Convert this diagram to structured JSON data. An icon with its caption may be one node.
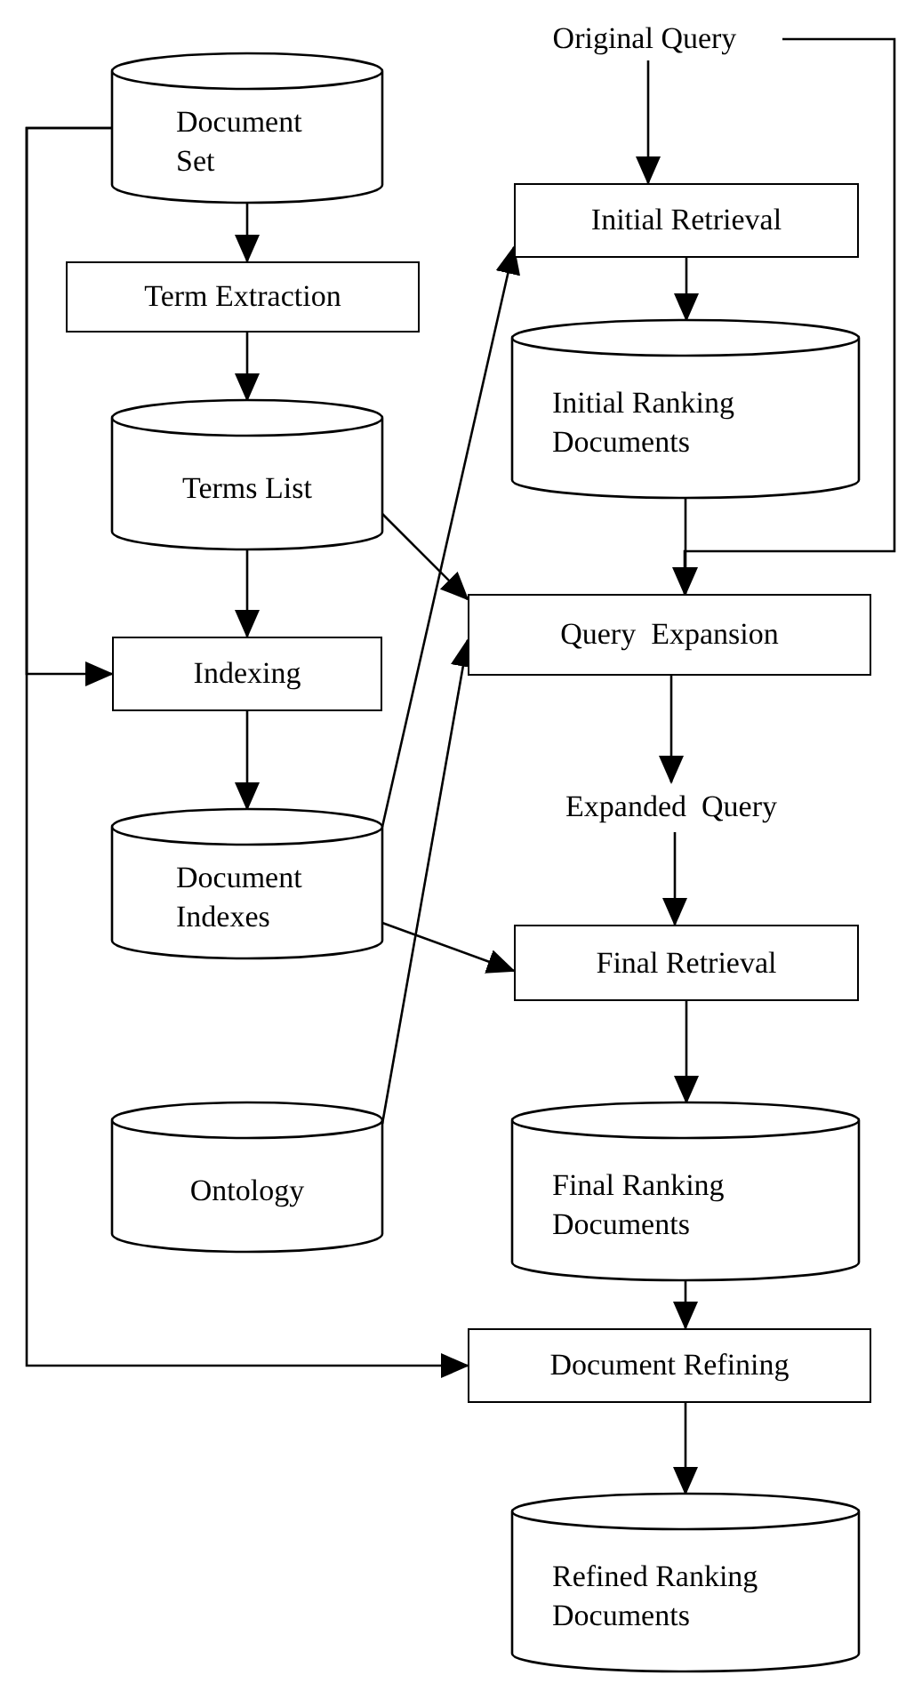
{
  "diagram": {
    "nodes": [
      {
        "text": [
          "Document Set"
        ]
      },
      {
        "text": [
          "Term Extraction"
        ]
      },
      {
        "text": [
          "Terms List"
        ]
      },
      {
        "text": [
          "Indexing"
        ]
      },
      {
        "text": [
          "Document Indexes"
        ]
      },
      {
        "text": [
          "Ontology"
        ]
      },
      {
        "text": [
          "Original Query"
        ]
      },
      {
        "text": [
          "Initial Retrieval"
        ]
      },
      {
        "text": [
          "Initial Ranking Documents"
        ]
      },
      {
        "text": [
          "Query  Expansion"
        ]
      },
      {
        "text": [
          "Expanded  Query"
        ]
      },
      {
        "text": [
          "Final Retrieval"
        ]
      },
      {
        "text": [
          "Final Ranking Documents"
        ]
      },
      {
        "text": [
          "Document Refining"
        ]
      },
      {
        "text": [
          "Refined Ranking Documents"
        ]
      }
    ],
    "edges": [
      {
        "from": 0,
        "to": 1,
        "arrow": "to"
      },
      {
        "from": 1,
        "to": 2,
        "arrow": "to"
      },
      {
        "from": 2,
        "to": 3,
        "arrow": "to"
      },
      {
        "from": 3,
        "to": 4,
        "arrow": "to"
      },
      {
        "from": 6,
        "to": 7,
        "arrow": "to"
      },
      {
        "from": 7,
        "to": 8,
        "arrow": "to"
      },
      {
        "from": 8,
        "to": 9,
        "arrow": "to"
      },
      {
        "from": 9,
        "to": 10,
        "arrow": "to"
      },
      {
        "from": 10,
        "to": 11,
        "arrow": "to"
      },
      {
        "from": 11,
        "to": 12,
        "arrow": "to"
      },
      {
        "from": 12,
        "to": 13,
        "arrow": "to"
      },
      {
        "from": 13,
        "to": 14,
        "arrow": "to"
      },
      {
        "from": 2,
        "to": 9,
        "arrow": "to"
      },
      {
        "from": 4,
        "to": 7,
        "arrow": "to"
      },
      {
        "from": 4,
        "to": 11,
        "arrow": "to"
      },
      {
        "from": 5,
        "to": 9,
        "arrow": "to"
      },
      {
        "from": 0,
        "to": 3,
        "arrow": "to"
      },
      {
        "from": 0,
        "to": 13,
        "arrow": "to"
      },
      {
        "from": 6,
        "to": 9,
        "arrow": "to"
      }
    ]
  }
}
